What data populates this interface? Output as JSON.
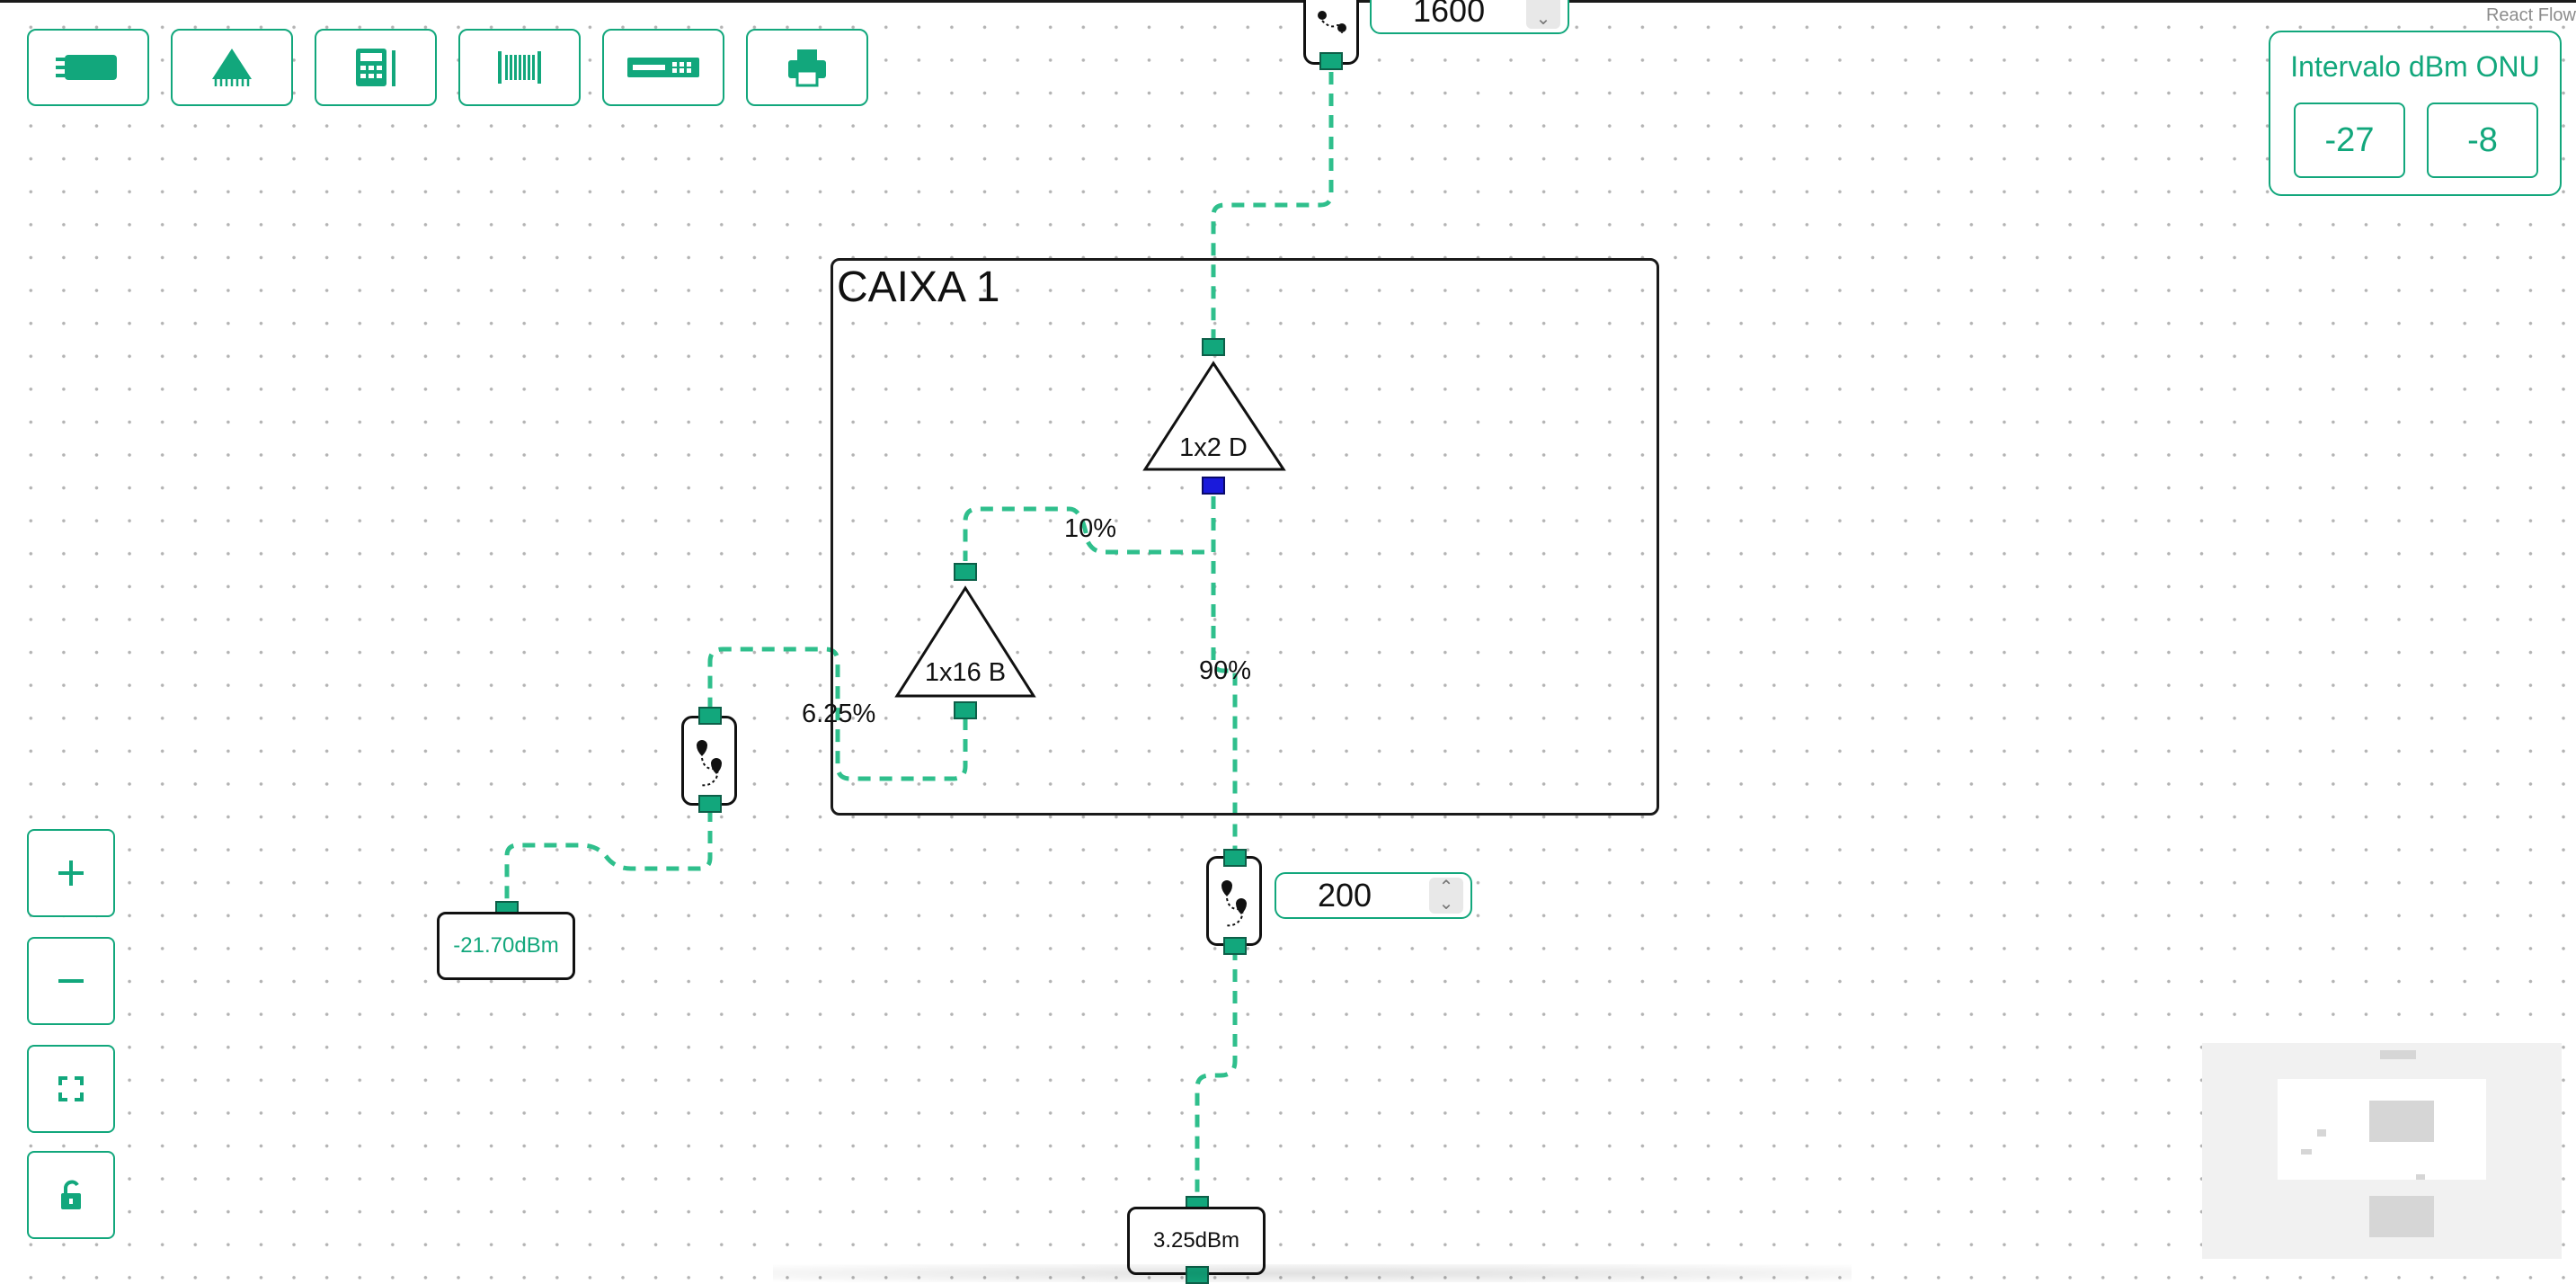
{
  "watermark": "React Flow",
  "toolbar": {
    "buttons": [
      {
        "name": "olt-icon"
      },
      {
        "name": "splitter-icon"
      },
      {
        "name": "calculator-icon"
      },
      {
        "name": "cable-reel-icon"
      },
      {
        "name": "switch-icon"
      },
      {
        "name": "print-icon"
      }
    ]
  },
  "range_panel": {
    "title": "Intervalo dBm ONU",
    "min": "-27",
    "max": "-8"
  },
  "caixa": {
    "label": "CAIXA 1"
  },
  "splitters": {
    "top": {
      "label": "1x2 D"
    },
    "left": {
      "label": "1x16 B"
    }
  },
  "ratios": {
    "ten": "10%",
    "ninety": "90%",
    "six": "6.25%"
  },
  "cables": {
    "top_length": "1600",
    "mid_length": "200"
  },
  "onus": {
    "left": "-21.70dBm",
    "bottom": "3.25dBm"
  },
  "colors": {
    "accent": "#12a77c",
    "edge": "#2fbf8c",
    "selected_handle": "#1a1adb"
  },
  "controls": [
    "zoom-in-icon",
    "zoom-out-icon",
    "fit-view-icon",
    "lock-icon"
  ]
}
